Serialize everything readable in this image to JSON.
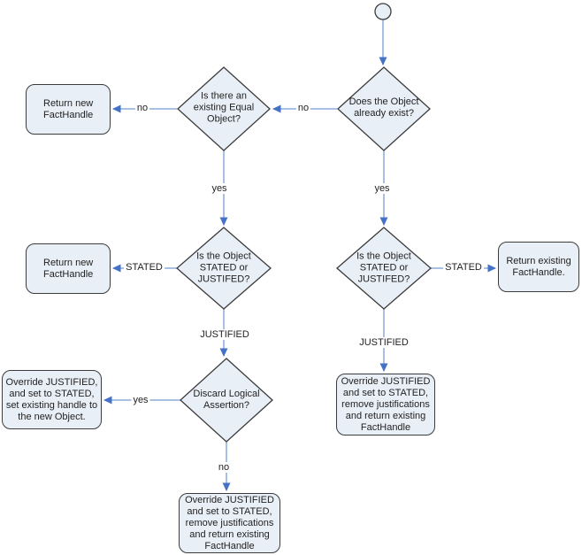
{
  "colors": {
    "node_fill": "#e9eff7",
    "node_border": "#3c3c3c",
    "arrow_line": "#8aabdc",
    "arrow_head": "#4472c4",
    "text": "#1f1f1f"
  },
  "nodes": {
    "start": {
      "type": "start-circle"
    },
    "does_object_exist": {
      "type": "decision",
      "lines": [
        "Does the Object",
        "already exist?"
      ]
    },
    "equal_object_exists": {
      "type": "decision",
      "lines": [
        "Is there an",
        "existing Equal",
        "Object?"
      ]
    },
    "return_new_1": {
      "type": "process",
      "lines": [
        "Return new",
        "FactHandle"
      ]
    },
    "stated_or_justified_left": {
      "type": "decision",
      "lines": [
        "Is the Object",
        "STATED or",
        "JUSTIFED?"
      ]
    },
    "stated_or_justified_right": {
      "type": "decision",
      "lines": [
        "Is the Object",
        "STATED or",
        "JUSTIFED?"
      ]
    },
    "return_new_2": {
      "type": "process",
      "lines": [
        "Return new",
        "FactHandle"
      ]
    },
    "return_existing": {
      "type": "process",
      "lines": [
        "Return existing",
        "FactHandle."
      ]
    },
    "discard_logical_assertion": {
      "type": "decision",
      "lines": [
        "Discard Logical",
        "Assertion?"
      ]
    },
    "override_set_existing": {
      "type": "process",
      "lines": [
        "Override JUSTIFIED,",
        "and set to STATED,",
        "set existing handle to",
        "the new Object."
      ]
    },
    "override_remove_right": {
      "type": "process",
      "lines": [
        "Override JUSTIFIED",
        "and set to STATED,",
        "remove justifications",
        "and return existing",
        "FactHandle"
      ]
    },
    "override_remove_bottom": {
      "type": "process",
      "lines": [
        "Override JUSTIFIED",
        "and set to STATED,",
        "remove justifications",
        "and return existing",
        "FactHandle"
      ]
    }
  },
  "edges": [
    {
      "from": "start",
      "to": "does_object_exist",
      "label": ""
    },
    {
      "from": "does_object_exist",
      "to": "equal_object_exists",
      "label": "no"
    },
    {
      "from": "equal_object_exists",
      "to": "return_new_1",
      "label": "no"
    },
    {
      "from": "equal_object_exists",
      "to": "stated_or_justified_left",
      "label": "yes"
    },
    {
      "from": "does_object_exist",
      "to": "stated_or_justified_right",
      "label": "yes"
    },
    {
      "from": "stated_or_justified_left",
      "to": "return_new_2",
      "label": "STATED"
    },
    {
      "from": "stated_or_justified_right",
      "to": "return_existing",
      "label": "STATED"
    },
    {
      "from": "stated_or_justified_left",
      "to": "discard_logical_assertion",
      "label": "JUSTIFIED"
    },
    {
      "from": "stated_or_justified_right",
      "to": "override_remove_right",
      "label": "JUSTIFIED"
    },
    {
      "from": "discard_logical_assertion",
      "to": "override_set_existing",
      "label": "yes"
    },
    {
      "from": "discard_logical_assertion",
      "to": "override_remove_bottom",
      "label": "no"
    }
  ]
}
